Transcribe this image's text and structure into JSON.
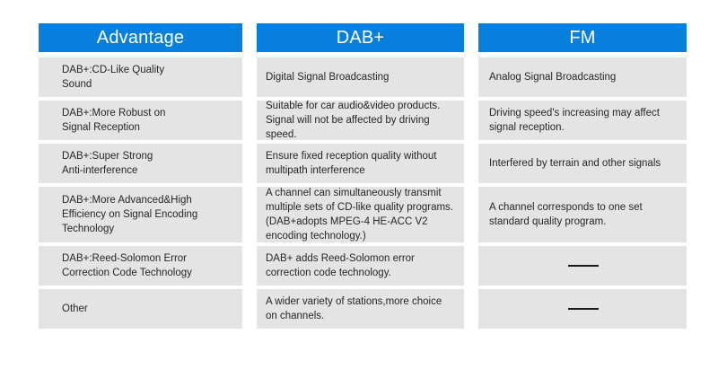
{
  "table": {
    "columns": [
      {
        "key": "advantage",
        "header": "Advantage",
        "header_color": "#0680dc",
        "cells": [
          "DAB+:CD-Like Quality\nSound",
          "DAB+:More Robust on\nSignal Reception",
          "DAB+:Super Strong\nAnti-interference",
          "DAB+:More Advanced&High\nEfficiency on Signal Encoding\nTechnology",
          "DAB+:Reed-Solomon Error\nCorrection Code Technology",
          "Other"
        ]
      },
      {
        "key": "dab_plus",
        "header": "DAB+",
        "header_color": "#0680dc",
        "cells": [
          "Digital Signal Broadcasting",
          "Suitable for car audio&video products.\nSignal will not be affected by driving\nspeed.",
          "Ensure fixed reception quality without\nmultipath interference",
          "A channel can simultaneously transmit\nmultiple sets of CD-like quality programs.\n(DAB+adopts MPEG-4 HE-ACC V2\nencoding technology.)",
          "DAB+ adds Reed-Solomon error\ncorrection code technology.",
          "A wider variety of stations,more choice\non channels."
        ]
      },
      {
        "key": "fm",
        "header": "FM",
        "header_color": "#0680dc",
        "cells": [
          "Analog Signal Broadcasting",
          "Driving speed's increasing may affect\nsignal reception.",
          "Interfered by terrain and other signals",
          "A channel corresponds to one set\nstandard quality program.",
          "—",
          "—"
        ],
        "dash_rows": [
          4,
          5
        ]
      }
    ],
    "cell_background": "#e4e4e4",
    "page_background": "#ffffff"
  }
}
